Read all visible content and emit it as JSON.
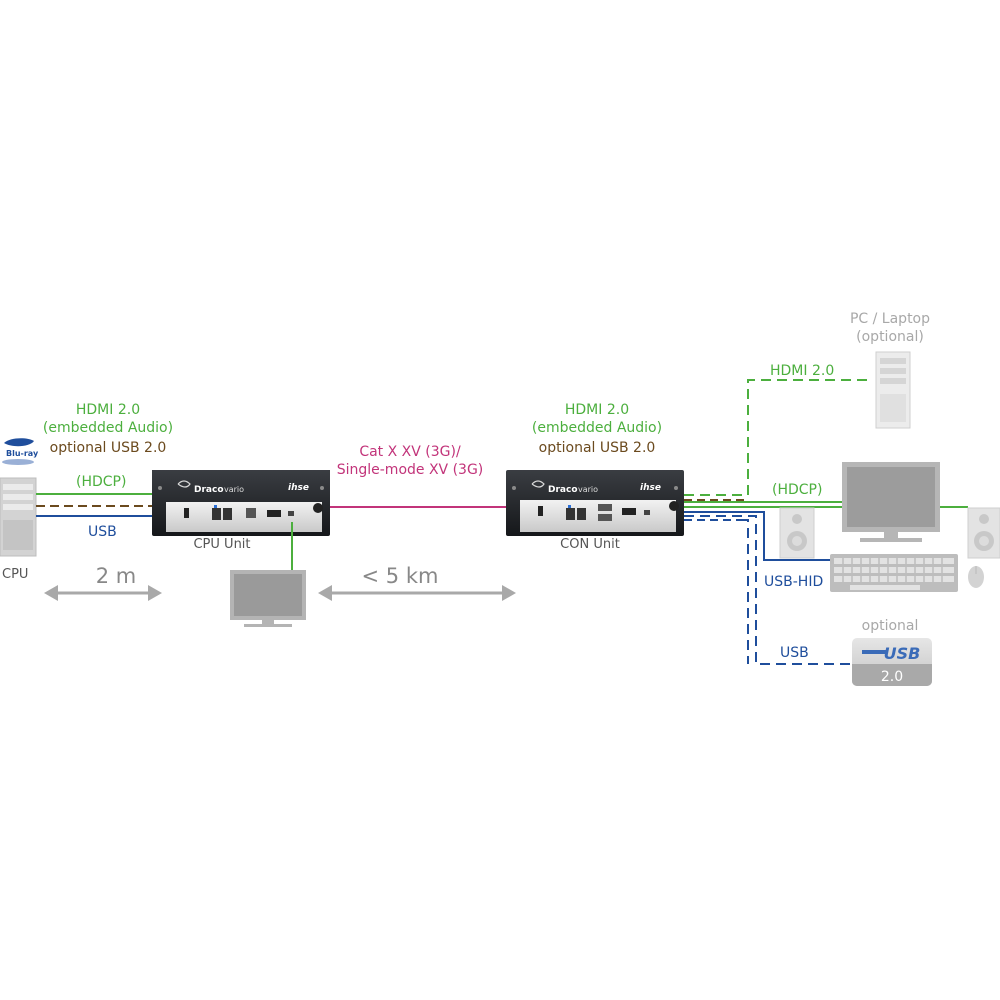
{
  "colors": {
    "hdmi": "#4caf3e",
    "usb": "#1f4e9c",
    "audio": "#6b4a1e",
    "fiber": "#c2347a",
    "arrow": "#a9a9a9",
    "optional_gray": "#a8a8a8"
  },
  "left": {
    "cpu_label": "CPU",
    "hdmi_title": "HDMI 2.0",
    "embedded_audio": "(embedded Audio)",
    "optional_usb": "optional USB 2.0",
    "hdcp": "(HDCP)",
    "usb": "USB",
    "distance": "2 m"
  },
  "cpu_unit": {
    "label": "CPU Unit",
    "brand": "Draco",
    "brand_suffix": "vario",
    "maker": "ihse"
  },
  "link": {
    "line1": "Cat X XV (3G)/",
    "line2": "Single-mode XV (3G)",
    "distance": "< 5 km"
  },
  "con_unit": {
    "label": "CON Unit",
    "hdmi_title": "HDMI 2.0",
    "embedded_audio": "(embedded Audio)",
    "optional_usb": "optional USB 2.0",
    "brand": "Draco",
    "brand_suffix": "vario",
    "maker": "ihse"
  },
  "right": {
    "pc_line1": "PC / Laptop",
    "pc_line2": "(optional)",
    "hdmi": "HDMI 2.0",
    "hdcp": "(HDCP)",
    "usb_hid": "USB-HID",
    "usb": "USB",
    "optional": "optional",
    "usb_logo": "USB",
    "usb_version": "2.0"
  }
}
